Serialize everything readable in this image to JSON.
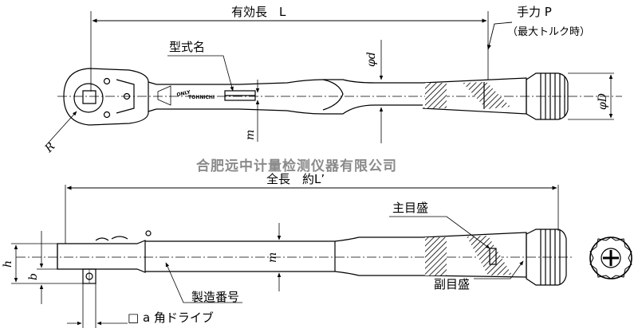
{
  "labels": {
    "effective_length": "有効長　L",
    "hand_force": "手力 P",
    "max_torque": "（最大トルク時）",
    "model_name": "型式名",
    "phi_d": "φd",
    "phi_D": "φD",
    "m_top": "m",
    "m_bottom": "m",
    "radius": "R",
    "overall_length": "全長　約L’",
    "main_scale": "主目盛",
    "sub_scale": "副目盛",
    "serial_number": "製造番号",
    "square_drive": "□ a 角ドライブ",
    "h": "h",
    "b": "b",
    "brand_only": "ONLY",
    "brand_tohnichi": "TOHNICHI"
  },
  "watermark": "合肥远中计量检测仪器有限公司"
}
